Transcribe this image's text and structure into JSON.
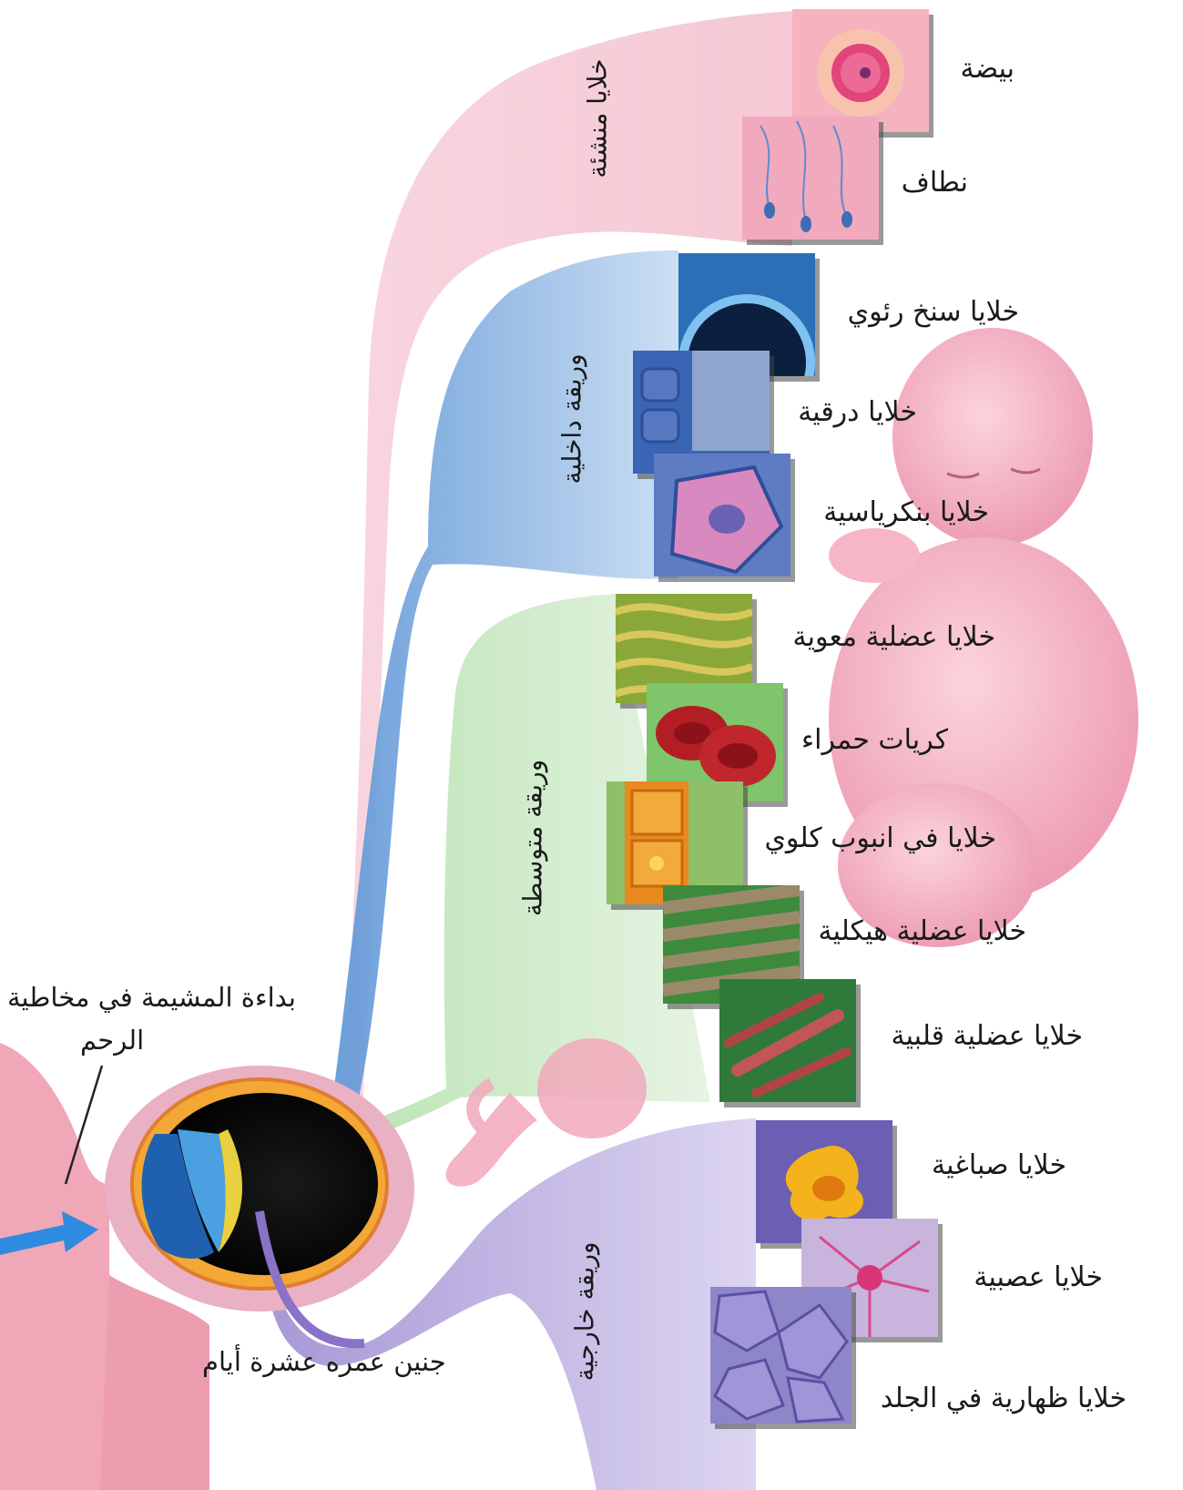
{
  "germ_cells": {
    "group_label": "خلايا منشئة",
    "items": [
      "بيضة",
      "نطاف"
    ]
  },
  "endoderm": {
    "group_label": "وريقة داخلية",
    "items": [
      "خلايا سنخ رئوي",
      "خلايا درقية",
      "خلايا بنكرياسية"
    ]
  },
  "mesoderm": {
    "group_label": "وريقة متوسطة",
    "items": [
      "خلايا عضلية معوية",
      "كريات حمراء",
      "خلايا في انبوب كلوي",
      "خلايا عضلية هيكلية",
      "خلايا عضلية قلبية"
    ]
  },
  "ectoderm": {
    "group_label": "وريقة خارجية",
    "items": [
      "خلايا صباغية",
      "خلايا عصبية",
      "خلايا ظهارية في الجلد"
    ]
  },
  "annotations": {
    "placenta_line1": "بداءة المشيمة في مخاطية",
    "placenta_line2": "الرحم",
    "embryo": "جنين عمره عشرة أيام"
  },
  "colors": {
    "pink": "#f2b6c6",
    "blue": "#6fa5dc",
    "green": "#b7e0b0",
    "purple": "#b6a6db"
  }
}
